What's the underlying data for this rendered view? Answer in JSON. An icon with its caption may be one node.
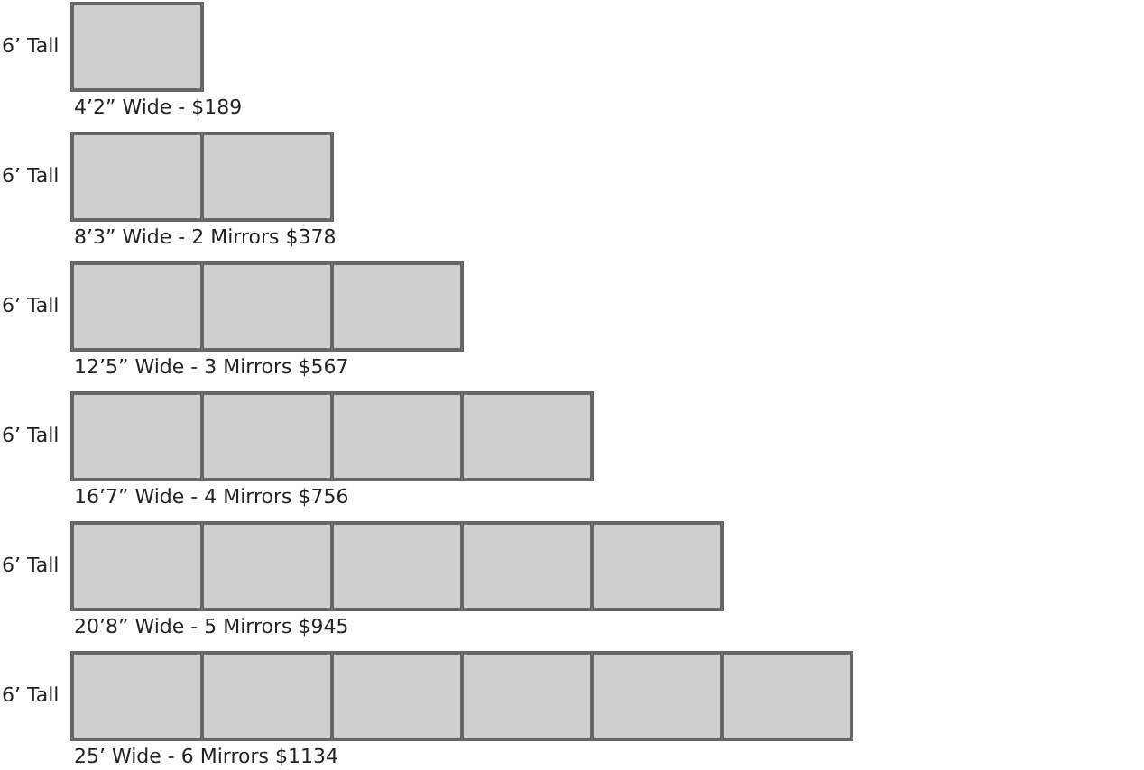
{
  "diagram": {
    "nodes": [
      {
        "text": [],
        "shape": "box"
      },
      {
        "text": [],
        "shape": "box"
      },
      {
        "text": [],
        "shape": "box"
      },
      {
        "text": [],
        "shape": "box"
      },
      {
        "text": [],
        "shape": "box"
      },
      {
        "text": [],
        "shape": "box"
      },
      {
        "text": [],
        "shape": "box"
      },
      {
        "text": [],
        "shape": "box"
      },
      {
        "text": [],
        "shape": "box"
      },
      {
        "text": [],
        "shape": "box"
      },
      {
        "text": [],
        "shape": "box"
      },
      {
        "text": [],
        "shape": "box"
      },
      {
        "text": [],
        "shape": "box"
      },
      {
        "text": [],
        "shape": "box"
      },
      {
        "text": [],
        "shape": "box"
      },
      {
        "text": [],
        "shape": "box"
      },
      {
        "text": [],
        "shape": "box"
      },
      {
        "text": [],
        "shape": "box"
      },
      {
        "text": [],
        "shape": "box"
      },
      {
        "text": [],
        "shape": "box"
      },
      {
        "text": [],
        "shape": "box"
      }
    ],
    "labels": [
      "6’ Tall",
      "4’2” Wide - $189",
      "6’ Tall",
      "8’3” Wide - 2 Mirrors $378",
      "6’ Tall",
      "12’5” Wide - 3 Mirrors $567",
      "6’ Tall",
      "16’7” Wide - 4 Mirrors $756",
      "6’ Tall",
      "20’8” Wide - 5 Mirrors $945",
      "6’ Tall",
      "25’ Wide - 6 Mirrors $1134"
    ]
  }
}
